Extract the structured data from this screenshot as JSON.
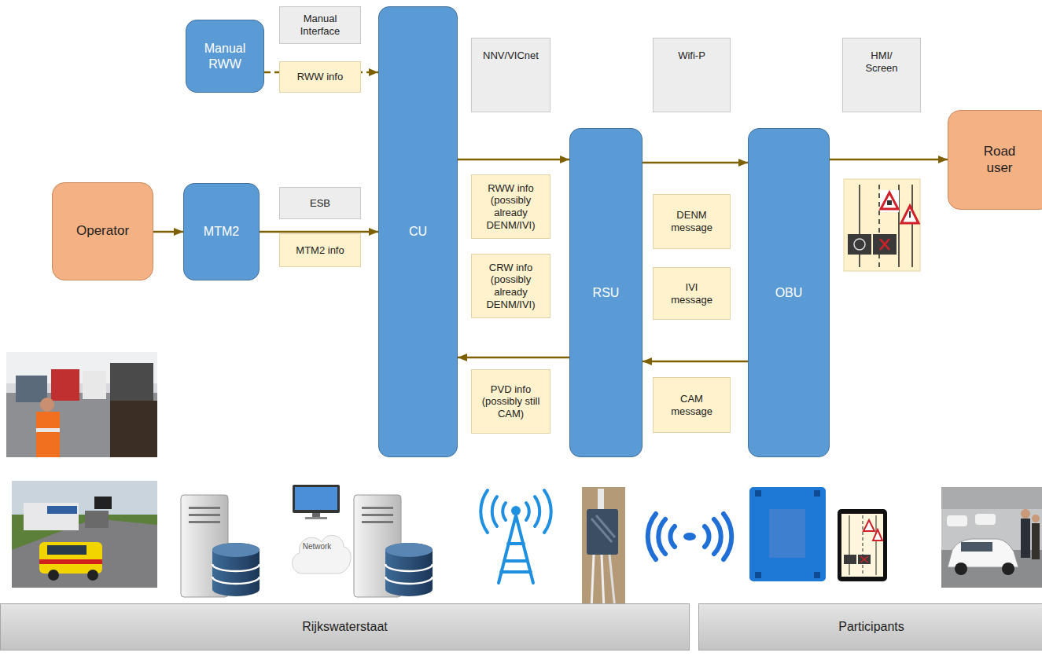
{
  "diagram": {
    "nodes": [
      {
        "text": [
          "Manual RWW"
        ]
      },
      {
        "text": [
          "Manual Interface"
        ]
      },
      {
        "text": [
          "RWW info"
        ]
      },
      {
        "text": [
          "CU"
        ]
      },
      {
        "text": [
          "NNV/VICnet"
        ]
      },
      {
        "text": [
          "Wifi-P"
        ]
      },
      {
        "text": [
          "HMI/ Screen"
        ]
      },
      {
        "text": [
          "Road user"
        ]
      },
      {
        "text": [
          "Operator"
        ]
      },
      {
        "text": [
          "MTM2"
        ]
      },
      {
        "text": [
          "ESB"
        ]
      },
      {
        "text": [
          "MTM2 info"
        ]
      },
      {
        "text": [
          "RSU"
        ]
      },
      {
        "text": [
          "OBU"
        ]
      },
      {
        "text": [
          "RWW info (possibly already DENM/IVI)"
        ]
      },
      {
        "text": [
          "DENM message"
        ]
      },
      {
        "text": [
          "CRW info (possibly already DENM/IVI)"
        ]
      },
      {
        "text": [
          "IVI message"
        ]
      },
      {
        "text": [
          "PVD info (possibly still CAM)"
        ]
      },
      {
        "text": [
          "CAM message"
        ]
      },
      {
        "text": [
          "Rijkswaterstaat"
        ]
      },
      {
        "text": [
          "Participants"
        ]
      }
    ],
    "edges": [
      {
        "from": 0,
        "to": 3,
        "arrow": "to"
      },
      {
        "from": 8,
        "to": 9,
        "arrow": "to"
      },
      {
        "from": 9,
        "to": 3,
        "arrow": "to"
      },
      {
        "from": 3,
        "to": 12,
        "arrow": "to"
      },
      {
        "from": 12,
        "to": 13,
        "arrow": "to"
      },
      {
        "from": 13,
        "to": 7,
        "arrow": "to"
      },
      {
        "from": 13,
        "to": 12,
        "arrow": "to"
      },
      {
        "from": 12,
        "to": 3,
        "arrow": "to"
      }
    ],
    "labels": [
      "Network"
    ]
  }
}
